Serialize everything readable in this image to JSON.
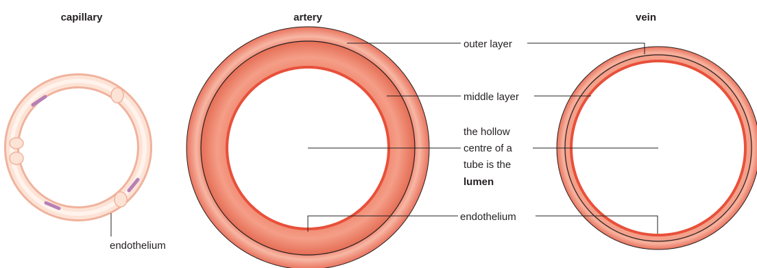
{
  "titles": {
    "capillary": "capillary",
    "artery": "artery",
    "vein": "vein"
  },
  "labels": {
    "outer_layer": "outer layer",
    "middle_layer": "middle layer",
    "lumen_line1": "the hollow",
    "lumen_line2": "centre of a",
    "lumen_line3": "tube is the",
    "lumen_bold": "lumen",
    "endothelium_center": "endothelium",
    "endothelium_capillary": "endothelium"
  },
  "colors": {
    "capillary_wall": "#fbd9c8",
    "capillary_nucleus": "#b77fb6",
    "artery_outer": "#f19a86",
    "artery_middle": "#ef8772",
    "endothelium": "#e8503a",
    "outline": "#231f20"
  }
}
